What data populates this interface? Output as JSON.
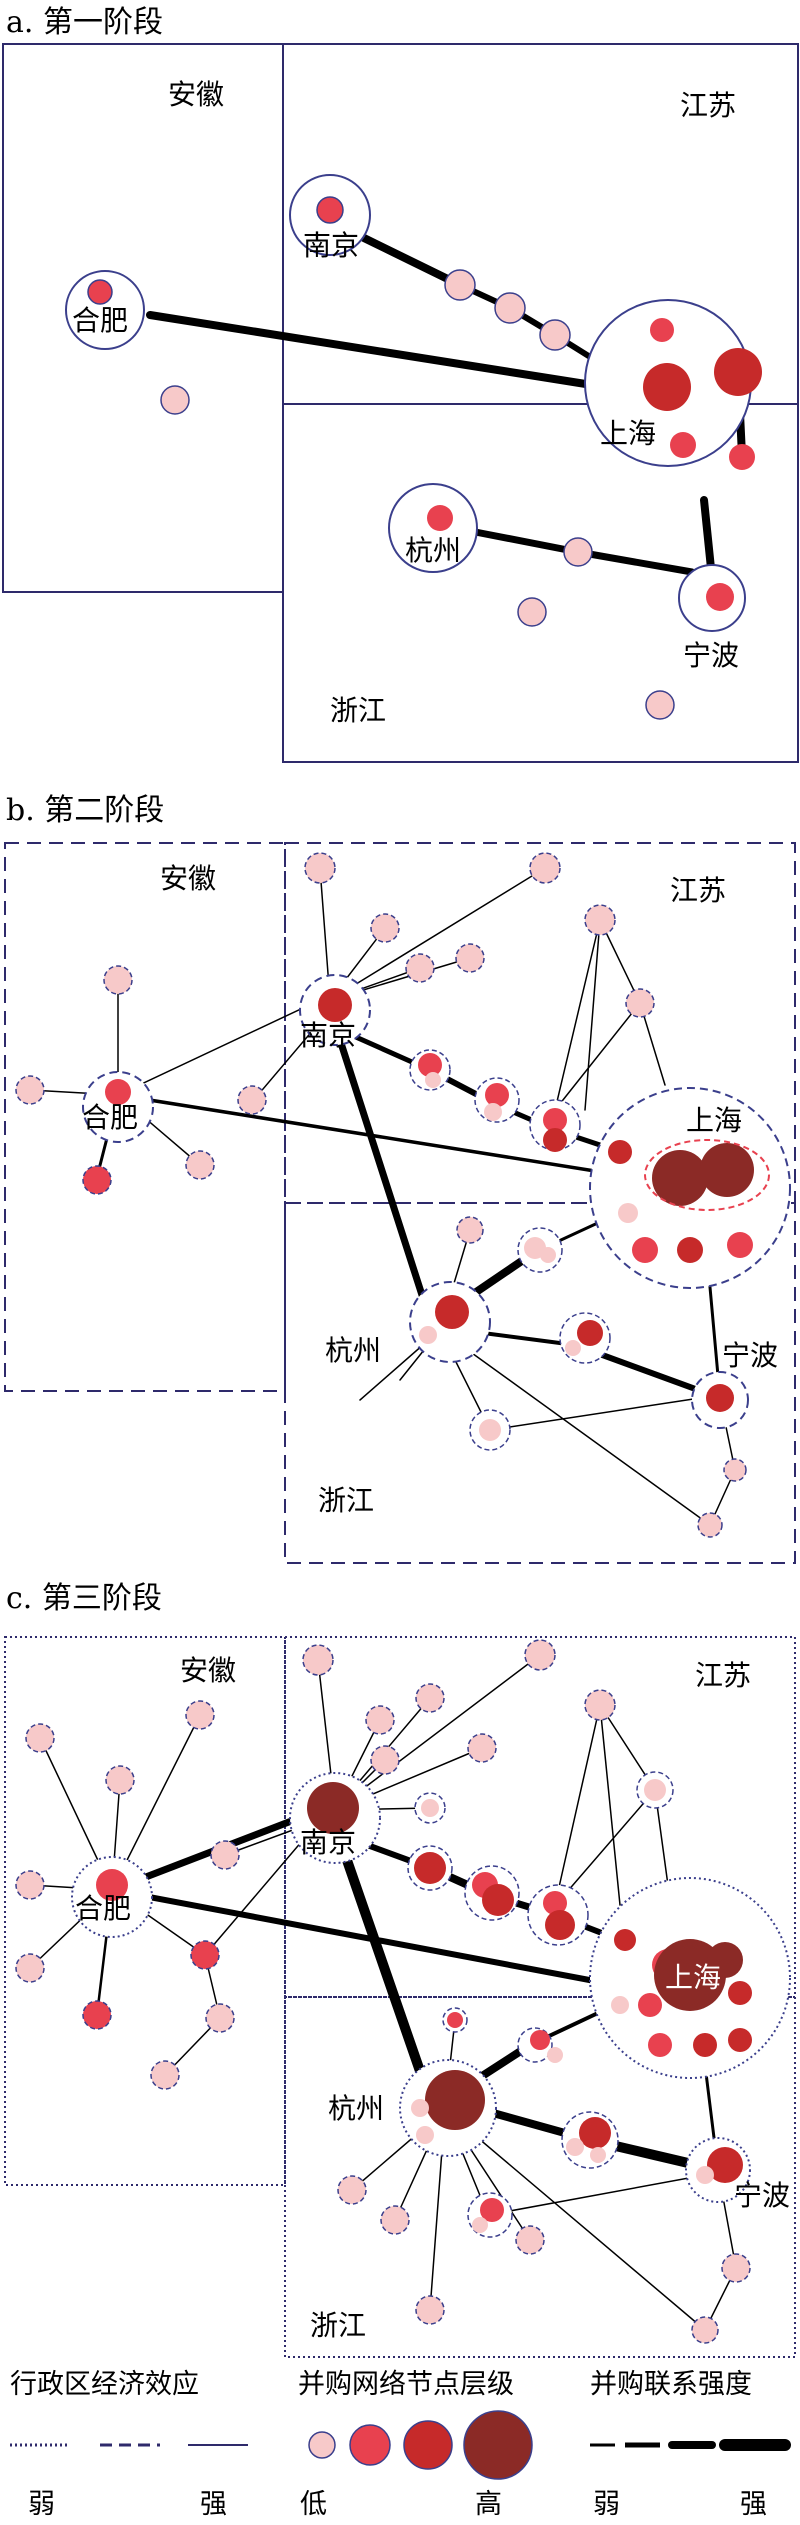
{
  "colors": {
    "frame": "#2e2a6b",
    "line": "#000000",
    "node_low": "#f7c9c9",
    "node_mid": "#e8414f",
    "node_midhigh": "#c62a2a",
    "node_high": "#8b2a26",
    "circle_border": "#3b3f8c"
  },
  "panels": [
    {
      "id": "a",
      "title": "a. 第一阶段",
      "regions": {
        "anhui": "安徽",
        "jiangsu": "江苏",
        "zhejiang": "浙江"
      },
      "cities": {
        "nanjing": "南京",
        "hefei": "合肥",
        "shanghai": "上海",
        "hangzhou": "杭州",
        "ningbo": "宁波"
      }
    },
    {
      "id": "b",
      "title": "b. 第二阶段",
      "regions": {
        "anhui": "安徽",
        "jiangsu": "江苏",
        "zhejiang": "浙江"
      },
      "cities": {
        "nanjing": "南京",
        "hefei": "合肥",
        "shanghai": "上海",
        "hangzhou": "杭州",
        "ningbo": "宁波"
      }
    },
    {
      "id": "c",
      "title": "c. 第三阶段",
      "regions": {
        "anhui": "安徽",
        "jiangsu": "江苏",
        "zhejiang": "浙江"
      },
      "cities": {
        "nanjing": "南京",
        "hefei": "合肥",
        "shanghai": "上海",
        "hangzhou": "杭州",
        "ningbo": "宁波"
      }
    }
  ],
  "legend": {
    "admin_effect": {
      "title": "行政区经济效应",
      "weak": "弱",
      "strong": "强"
    },
    "node_level": {
      "title": "并购网络节点层级",
      "low": "低",
      "high": "高"
    },
    "link_strength": {
      "title": "并购联系强度",
      "weak": "弱",
      "strong": "强"
    }
  }
}
